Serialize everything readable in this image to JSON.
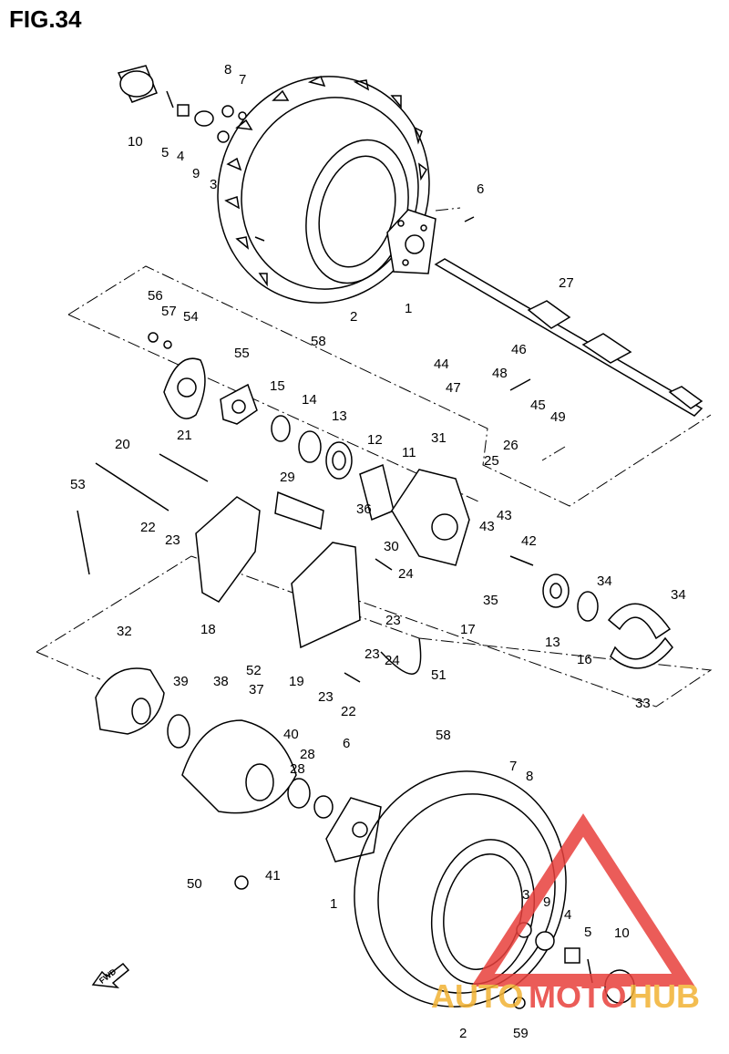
{
  "figure": {
    "title": "FIG.34"
  },
  "fwd_label": "FWD",
  "watermark": {
    "part1": "AUTO",
    "part2": "MOTO",
    "part3": "HUB",
    "color_red": "#e8403c",
    "color_gold": "#f2b233"
  },
  "callouts": [
    {
      "n": "8"
    },
    {
      "n": "7"
    },
    {
      "n": "10"
    },
    {
      "n": "5"
    },
    {
      "n": "4"
    },
    {
      "n": "9"
    },
    {
      "n": "3"
    },
    {
      "n": "6"
    },
    {
      "n": "2"
    },
    {
      "n": "1"
    },
    {
      "n": "58"
    },
    {
      "n": "27"
    },
    {
      "n": "56"
    },
    {
      "n": "57"
    },
    {
      "n": "54"
    },
    {
      "n": "55"
    },
    {
      "n": "46"
    },
    {
      "n": "44"
    },
    {
      "n": "47"
    },
    {
      "n": "48"
    },
    {
      "n": "45"
    },
    {
      "n": "49"
    },
    {
      "n": "15"
    },
    {
      "n": "14"
    },
    {
      "n": "13"
    },
    {
      "n": "12"
    },
    {
      "n": "31"
    },
    {
      "n": "11"
    },
    {
      "n": "25"
    },
    {
      "n": "26"
    },
    {
      "n": "20"
    },
    {
      "n": "21"
    },
    {
      "n": "53"
    },
    {
      "n": "29"
    },
    {
      "n": "36"
    },
    {
      "n": "43"
    },
    {
      "n": "43"
    },
    {
      "n": "42"
    },
    {
      "n": "22"
    },
    {
      "n": "23"
    },
    {
      "n": "30"
    },
    {
      "n": "24"
    },
    {
      "n": "35"
    },
    {
      "n": "34"
    },
    {
      "n": "34"
    },
    {
      "n": "18"
    },
    {
      "n": "23"
    },
    {
      "n": "17"
    },
    {
      "n": "13"
    },
    {
      "n": "16"
    },
    {
      "n": "23"
    },
    {
      "n": "24"
    },
    {
      "n": "52"
    },
    {
      "n": "51"
    },
    {
      "n": "33"
    },
    {
      "n": "32"
    },
    {
      "n": "39"
    },
    {
      "n": "38"
    },
    {
      "n": "37"
    },
    {
      "n": "19"
    },
    {
      "n": "23"
    },
    {
      "n": "22"
    },
    {
      "n": "40"
    },
    {
      "n": "28"
    },
    {
      "n": "28"
    },
    {
      "n": "6"
    },
    {
      "n": "58"
    },
    {
      "n": "7"
    },
    {
      "n": "8"
    },
    {
      "n": "41"
    },
    {
      "n": "50"
    },
    {
      "n": "1"
    },
    {
      "n": "3"
    },
    {
      "n": "9"
    },
    {
      "n": "4"
    },
    {
      "n": "5"
    },
    {
      "n": "10"
    },
    {
      "n": "2"
    },
    {
      "n": "59"
    }
  ]
}
